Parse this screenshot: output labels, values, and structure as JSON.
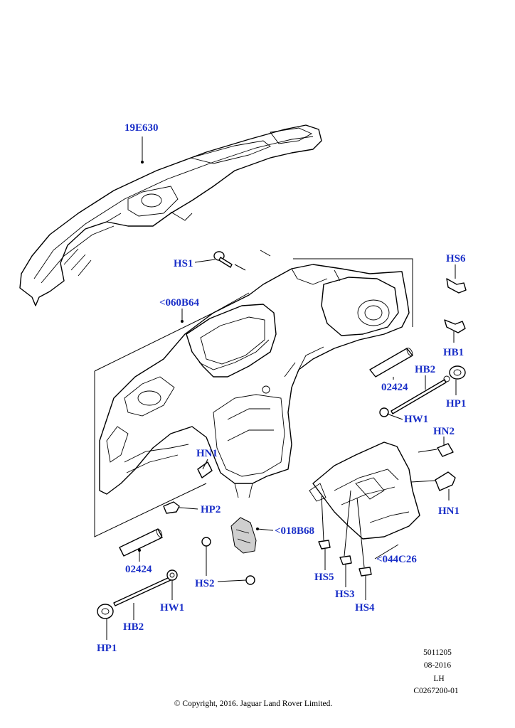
{
  "callouts": {
    "c_19E630": "19E630",
    "c_HS1": "HS1",
    "c_060B64": "<060B64",
    "c_HS6": "HS6",
    "c_HB1_right": "HB1",
    "c_HB2_right": "HB2",
    "c_02424_right": "02424",
    "c_HP1_right": "HP1",
    "c_HW1_right": "HW1",
    "c_HN2": "HN2",
    "c_HN1_left": "HN1",
    "c_HN1_right": "HN1",
    "c_HP2": "HP2",
    "c_018B68": "<018B68",
    "c_044C26": "<044C26",
    "c_02424_left": "02424",
    "c_HS2_top": "HS2",
    "c_HS5": "HS5",
    "c_HS3": "HS3",
    "c_HS4": "HS4",
    "c_HW1_left": "HW1",
    "c_HB2_left": "HB2",
    "c_HP1_left": "HP1"
  },
  "info": {
    "code": "5011205",
    "date": "08-2016",
    "side": "LH",
    "ref": "C0267200-01"
  },
  "copyright": "© Copyright, 2016. Jaguar Land Rover Limited.",
  "colors": {
    "callout": "#1a2fc8",
    "line": "#000000"
  }
}
